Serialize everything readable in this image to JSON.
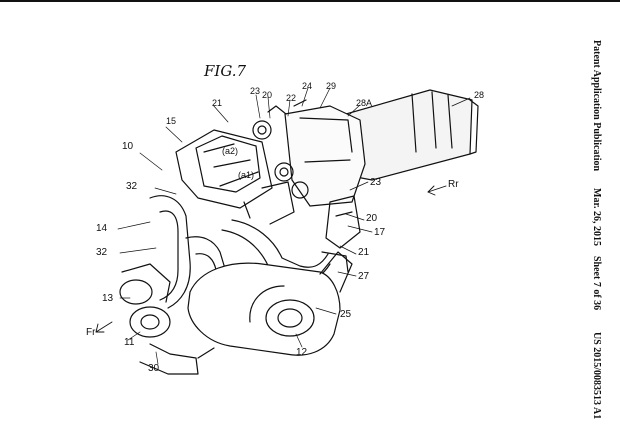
{
  "figure": {
    "title": "FIG.7"
  },
  "header": {
    "publication_type": "Patent Application Publication",
    "date": "Mar. 26, 2015",
    "sheet": "Sheet 7 of 36",
    "number": "US 2015/0083513 A1"
  },
  "labels": {
    "l10": "10",
    "l12": "12",
    "l13": "13",
    "l14": "14",
    "l15": "15",
    "l11": "11",
    "l17": "17",
    "l20a": "20",
    "l20b": "20",
    "l21a": "21",
    "l21b": "21",
    "l22": "22",
    "l23a": "23",
    "l23b": "23",
    "l24": "24",
    "l25": "25",
    "l27": "27",
    "l28": "28",
    "l28a": "28A",
    "l29": "29",
    "l30": "30",
    "l32a": "32",
    "l32b": "32",
    "a1": "(a1)",
    "a2": "(a2)",
    "rr": "Rr",
    "fr": "Fr"
  },
  "colors": {
    "ink": "#111111",
    "paper": "#ffffff"
  }
}
